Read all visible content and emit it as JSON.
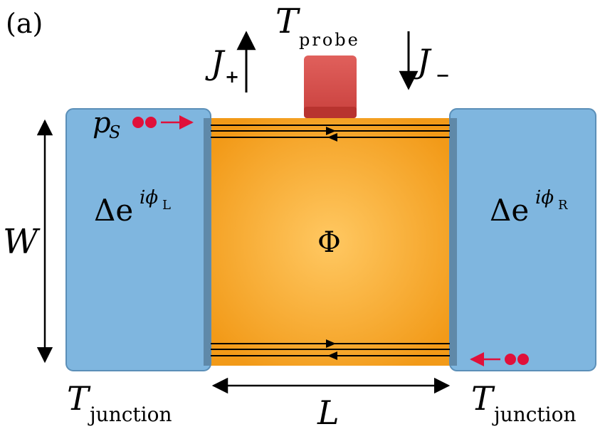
{
  "panel_label": "(a)",
  "probe": {
    "symbol": "T",
    "subscript": "probe"
  },
  "currents": {
    "plus": {
      "symbol": "J",
      "sign": "+"
    },
    "minus": {
      "symbol": "J",
      "sign": "−"
    }
  },
  "left_lead": {
    "label_base": "Δe",
    "label_sup": "iϕ",
    "label_sup_sub": "L"
  },
  "right_lead": {
    "label_base": "Δe",
    "label_sup": "iϕ",
    "label_sup_sub": "R"
  },
  "cooper_pair_label": {
    "symbol": "p",
    "subscript": "S"
  },
  "flux_label": "Φ",
  "width_label": "W",
  "length_label": "L",
  "junction_left": {
    "symbol": "T",
    "subscript": "junction"
  },
  "junction_right": {
    "symbol": "T",
    "subscript": "junction"
  },
  "colors": {
    "lead_blue": "#7fb6df",
    "lead_edge": "#5b8fb8",
    "region_orange": "#f6a62a",
    "region_center": "#ffc862",
    "probe_red": "#d9514e",
    "pair_red": "#e0103a"
  }
}
